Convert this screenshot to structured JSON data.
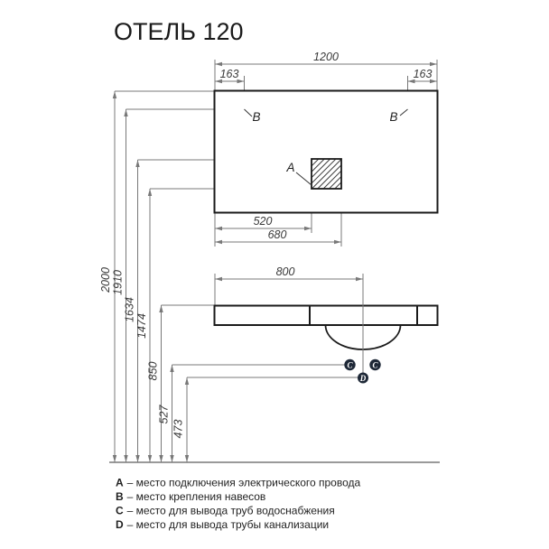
{
  "title": "ОТЕЛЬ 120",
  "dims": {
    "w1200": "1200",
    "left163": "163",
    "right163": "163",
    "d520": "520",
    "d680": "680",
    "d800": "800",
    "h2000": "2000",
    "h1910": "1910",
    "h1634": "1634",
    "h1474": "1474",
    "h850": "850",
    "h527": "527",
    "h473": "473"
  },
  "labels": {
    "a": "A",
    "b_left": "B",
    "b_right": "B",
    "c_left": "C",
    "c_right": "C",
    "d": "D"
  },
  "legend": [
    {
      "letter": "A",
      "text": "– место подключения электрического провода"
    },
    {
      "letter": "B",
      "text": "– место крепления навесов"
    },
    {
      "letter": "C",
      "text": "– место для вывода труб водоснабжения"
    },
    {
      "letter": "D",
      "text": "– место для вывода трубы канализации"
    }
  ],
  "colors": {
    "object_line": "#1a1a1a",
    "dimension_line": "#787878",
    "marker_circle": "#1e2837"
  }
}
